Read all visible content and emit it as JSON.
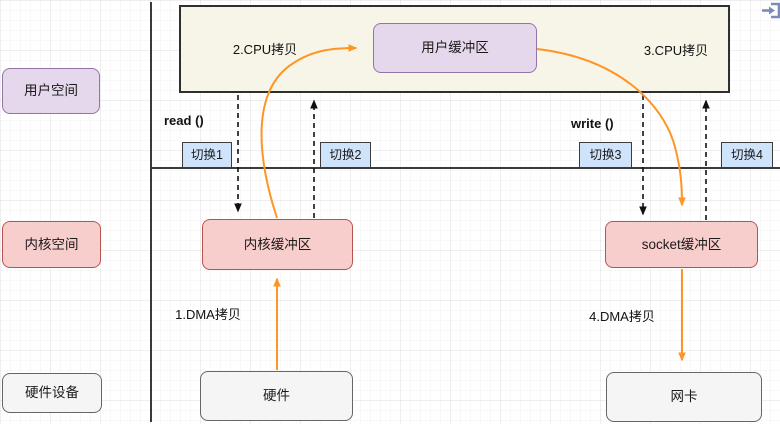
{
  "lanes": {
    "user_space": "用户空间",
    "kernel_space": "内核空间",
    "hardware_device": "硬件设备"
  },
  "nodes": {
    "user_buffer": "用户缓冲区",
    "kernel_buffer": "内核缓冲区",
    "socket_buffer": "socket缓冲区",
    "hardware": "硬件",
    "nic": "网卡"
  },
  "switch_tags": [
    "切换1",
    "切换2",
    "切换3",
    "切换4"
  ],
  "syscalls": {
    "read": "read ()",
    "write": "write ()"
  },
  "copy_labels": {
    "cpu_copy_2": "2.CPU拷贝",
    "cpu_copy_3": "3.CPU拷贝",
    "dma_copy_1": "1.DMA拷贝",
    "dma_copy_4": "4.DMA拷贝"
  },
  "icons": {
    "top_right": "exit-icon"
  },
  "colors": {
    "purple_fill": "#e5d8ec",
    "purple_border": "#9673a6",
    "pink_fill": "#f8cecc",
    "pink_border": "#b85450",
    "gray_fill": "#f5f5f5",
    "gray_border": "#666666",
    "cream_fill": "#f6f5e7",
    "frame_border": "#2f2f2f",
    "blue_fill": "#cfe3fb",
    "arrow_orange": "#ff9624",
    "arrow_black": "#111111",
    "icon_blue": "#7b8cba"
  }
}
